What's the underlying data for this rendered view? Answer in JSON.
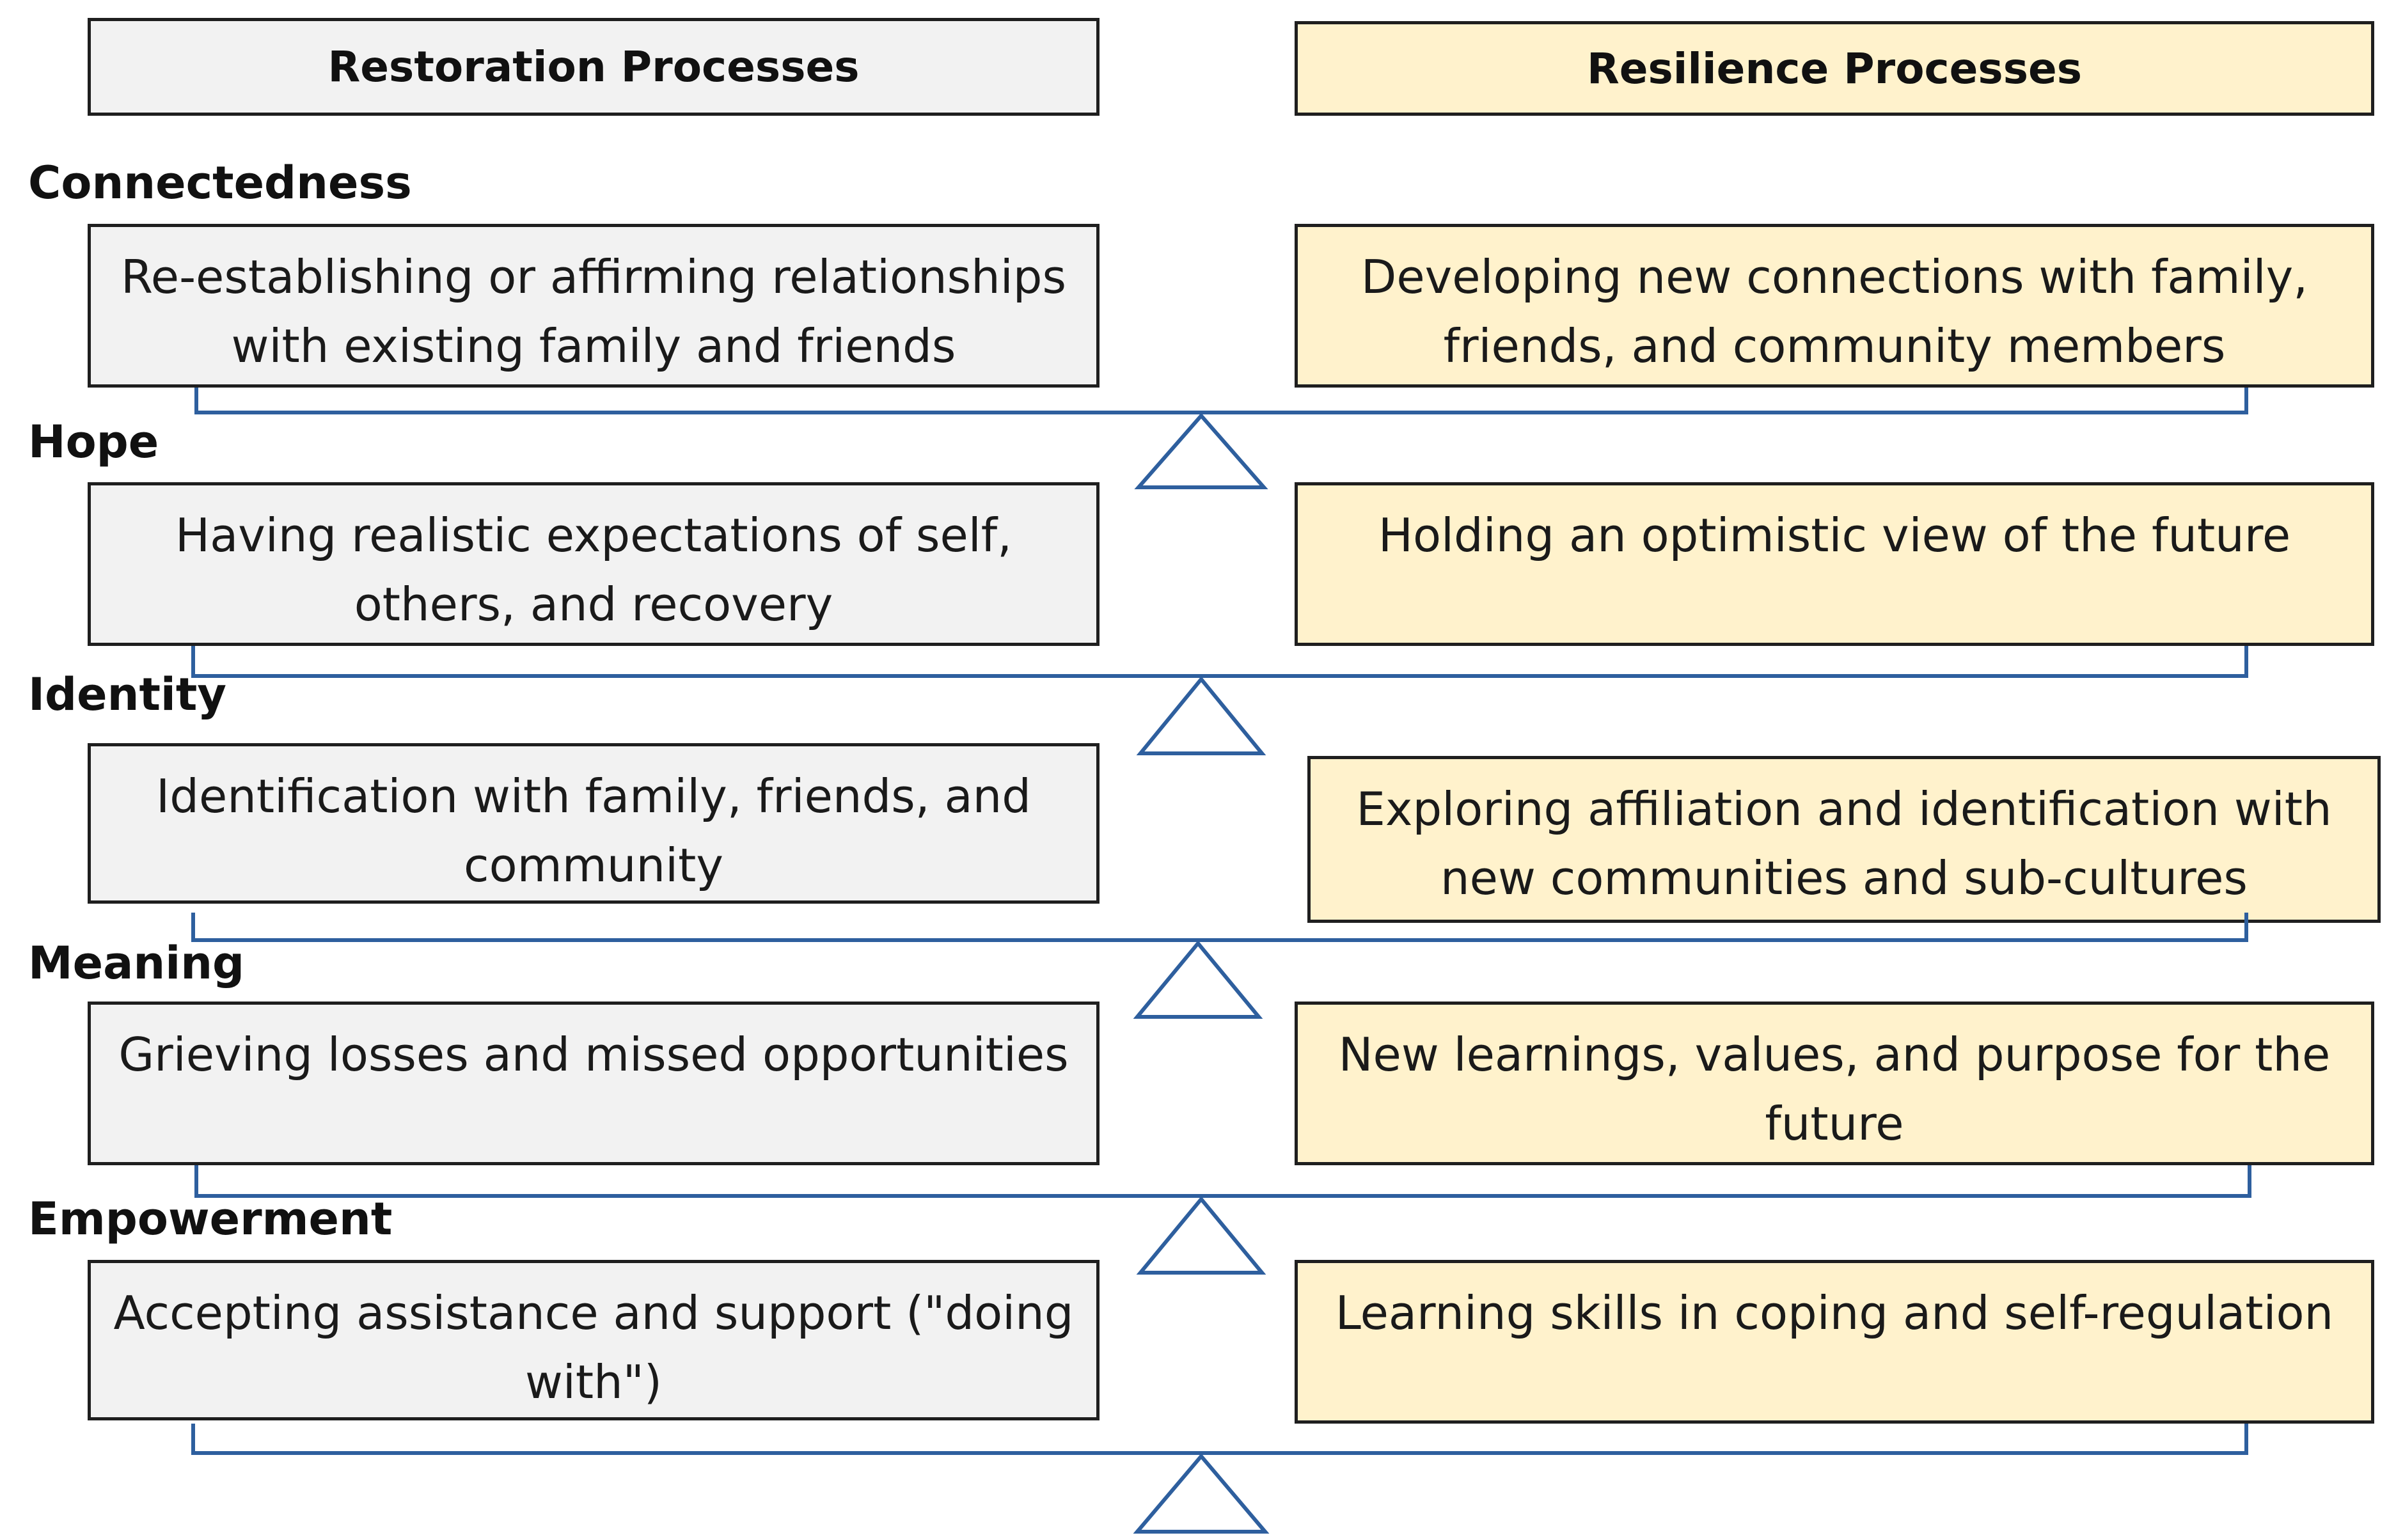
{
  "headers": {
    "restoration": "Restoration Processes",
    "resilience": "Resilience Processes"
  },
  "rows": [
    {
      "label": "Connectedness",
      "restoration": "Re-establishing or affirming relationships with existing family and friends",
      "resilience": "Developing new connections with family, friends, and community members"
    },
    {
      "label": "Hope",
      "restoration": "Having realistic expectations of self, others, and recovery",
      "resilience": "Holding an optimistic view of the future"
    },
    {
      "label": "Identity",
      "restoration": "Identification with family, friends, and community",
      "resilience": "Exploring affiliation and identification with new communities and sub-cultures"
    },
    {
      "label": "Meaning",
      "restoration": "Grieving losses and missed opportunities",
      "resilience": "New learnings, values, and purpose for the future"
    },
    {
      "label": "Empowerment",
      "restoration": "Accepting assistance and support (\"doing with\")",
      "resilience": "Learning skills in coping and self-regulation"
    }
  ],
  "colors": {
    "restoration_fill": "#f2f2f2",
    "resilience_fill": "#fff2cc",
    "border": "#1f1f1f",
    "balance_line": "#2e5f9e"
  }
}
